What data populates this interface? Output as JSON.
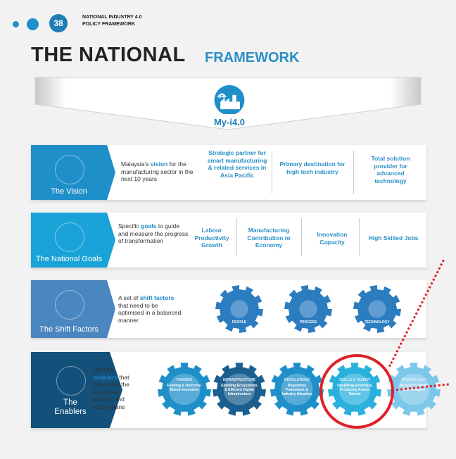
{
  "header": {
    "page_number": "38",
    "doc_line1": "NATIONAL INDUSTRY 4.0",
    "doc_line2": "POLICY FRAMEWORK"
  },
  "title": {
    "part1": "THE NATIONAL",
    "part2": "FRAMEWORK"
  },
  "logo": {
    "label": "My-i4.0",
    "icon": "factory-wifi-icon"
  },
  "vision": {
    "label": "The Vision",
    "icon": "vision-icon",
    "desc_pre": "Malaysia's ",
    "desc_key": "vision",
    "desc_post": " for the manufacturing sector in the next 10 years",
    "items": [
      "Strategic partner for smart manufacturing & related services in Asia Pacific",
      "Primary destination for high tech industry",
      "Total solution provider for advanced technology"
    ]
  },
  "goals": {
    "label": "The National Goals",
    "icon": "globe-icon",
    "desc_pre": "Specific ",
    "desc_key": "goals",
    "desc_post": " to guide and measure the progress of transformation",
    "items": [
      "Labour Productivity Growth",
      "Manufacturing Contribution to Economy",
      "Innovation Capacity",
      "High Skilled Jobs"
    ]
  },
  "shift": {
    "label": "The Shift Factors",
    "icon": "hierarchy-icon",
    "desc_pre": "A set of ",
    "desc_key": "shift factors",
    "desc_post": " that need to be optimised in a balanced manner",
    "items": [
      "PEOPLE",
      "PROCESS",
      "TECHNOLOGY"
    ]
  },
  "enablers": {
    "label_line1": "The",
    "label_line2": "Enablers",
    "icon": "share-icon",
    "desc_pre": "Specific ",
    "desc_key": "enablers",
    "desc_post": " that determine the strategies, policies and action plans",
    "items": [
      {
        "head": "FUNDING",
        "body": "Funding & Outcome-Based Incentives"
      },
      {
        "head": "INFRASTRUCTURE",
        "body": "Enabling Ecosystems & Efficient Digital Infrastructure"
      },
      {
        "head": "REGULATIONS",
        "body": "Regulatory Framework & Industry Adoption"
      },
      {
        "head": "SKILLS & TALENT",
        "body": "Upskilling Existing & Producing Future Talents"
      },
      {
        "head": "TECHNOLOGY",
        "body": "Access to Smart Technologies"
      }
    ]
  },
  "colors": {
    "vision": "#1f8fc9",
    "goals": "#1aa3d8",
    "shift": "#4a86c0",
    "enablers": "#13507a",
    "highlight": "#e0202a"
  }
}
